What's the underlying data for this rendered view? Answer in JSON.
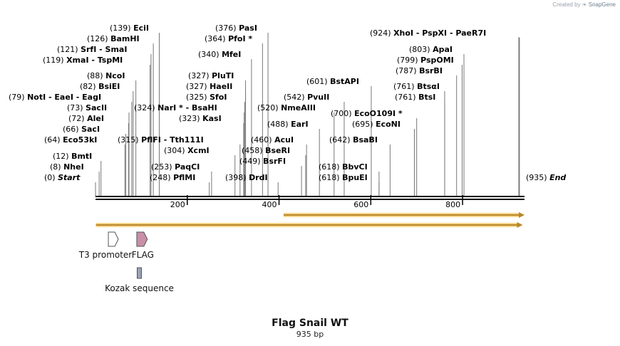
{
  "credit": {
    "prefix": "Created by",
    "brand": "SnapGene",
    "icon": "snapgene-logo-icon"
  },
  "map": {
    "name": "Flag Snail WT",
    "length_label": "935 bp",
    "length": 935,
    "start_label": "Start",
    "end_label": "End",
    "ruler_ticks": [
      200,
      400,
      600,
      800
    ],
    "colors": {
      "text": "#000000",
      "leader": "#777777",
      "backbone": "#000000",
      "orf_fill": "#f5d58a",
      "orf_stroke": "#b8872a",
      "flag_fill": "#c98fa8",
      "kozak_fill": "#9aa3b5"
    }
  },
  "sites": [
    {
      "pos": 0,
      "label": "Start",
      "italic": true
    },
    {
      "pos": 8,
      "label": "NheI"
    },
    {
      "pos": 12,
      "label": "BmtI"
    },
    {
      "pos": 64,
      "label": "Eco53kI"
    },
    {
      "pos": 66,
      "label": "SacI"
    },
    {
      "pos": 72,
      "label": "AleI"
    },
    {
      "pos": 73,
      "label": "SacII"
    },
    {
      "pos": 79,
      "label": "NotI  -  EaeI  -  EagI"
    },
    {
      "pos": 82,
      "label": "BsiEI"
    },
    {
      "pos": 88,
      "label": "NcoI"
    },
    {
      "pos": 119,
      "label": "XmaI  -  TspMI"
    },
    {
      "pos": 121,
      "label": "SrfI  -  SmaI"
    },
    {
      "pos": 126,
      "label": "BamHI"
    },
    {
      "pos": 139,
      "label": "EciI"
    },
    {
      "pos": 248,
      "label": "PflMI"
    },
    {
      "pos": 253,
      "label": "PaqCI"
    },
    {
      "pos": 304,
      "label": "XcmI"
    },
    {
      "pos": 315,
      "label": "PflFI  -  Tth111I"
    },
    {
      "pos": 323,
      "label": "KasI"
    },
    {
      "pos": 324,
      "label": "NarI *  -  BsaHI"
    },
    {
      "pos": 325,
      "label": "SfoI"
    },
    {
      "pos": 327,
      "label": "HaeII"
    },
    {
      "pos": 327,
      "label": "PluTI"
    },
    {
      "pos": 340,
      "label": "MfeI"
    },
    {
      "pos": 364,
      "label": "PfoI *"
    },
    {
      "pos": 376,
      "label": "PasI"
    },
    {
      "pos": 398,
      "label": "DrdI"
    },
    {
      "pos": 449,
      "label": "BsrFI"
    },
    {
      "pos": 458,
      "label": "BseRI"
    },
    {
      "pos": 460,
      "label": "AcuI"
    },
    {
      "pos": 488,
      "label": "EarI"
    },
    {
      "pos": 520,
      "label": "NmeAIII"
    },
    {
      "pos": 542,
      "label": "PvuII"
    },
    {
      "pos": 601,
      "label": "BstAPI"
    },
    {
      "pos": 618,
      "label": "BpuEI"
    },
    {
      "pos": 618,
      "label": "BbvCI"
    },
    {
      "pos": 642,
      "label": "BsaBI"
    },
    {
      "pos": 695,
      "label": "EcoNI"
    },
    {
      "pos": 700,
      "label": "EcoO109I *"
    },
    {
      "pos": 761,
      "label": "BtsI"
    },
    {
      "pos": 761,
      "label": "BtsαI"
    },
    {
      "pos": 787,
      "label": "BsrBI"
    },
    {
      "pos": 799,
      "label": "PspOMI"
    },
    {
      "pos": 803,
      "label": "ApaI"
    },
    {
      "pos": 924,
      "label": "XhoI  -  PspXI  -  PaeR7I"
    },
    {
      "pos": 935,
      "label": "End",
      "italic": true
    }
  ],
  "features": [
    {
      "name": "T3 promoter",
      "start": 28,
      "end": 47,
      "type": "promoter"
    },
    {
      "name": "FLAG",
      "start": 90,
      "end": 113,
      "type": "tag"
    },
    {
      "name": "Kozak sequence",
      "start": 80,
      "end": 90,
      "type": "kozak"
    }
  ],
  "orfs": [
    {
      "start": 1,
      "end": 931
    },
    {
      "start": 410,
      "end": 935
    }
  ]
}
